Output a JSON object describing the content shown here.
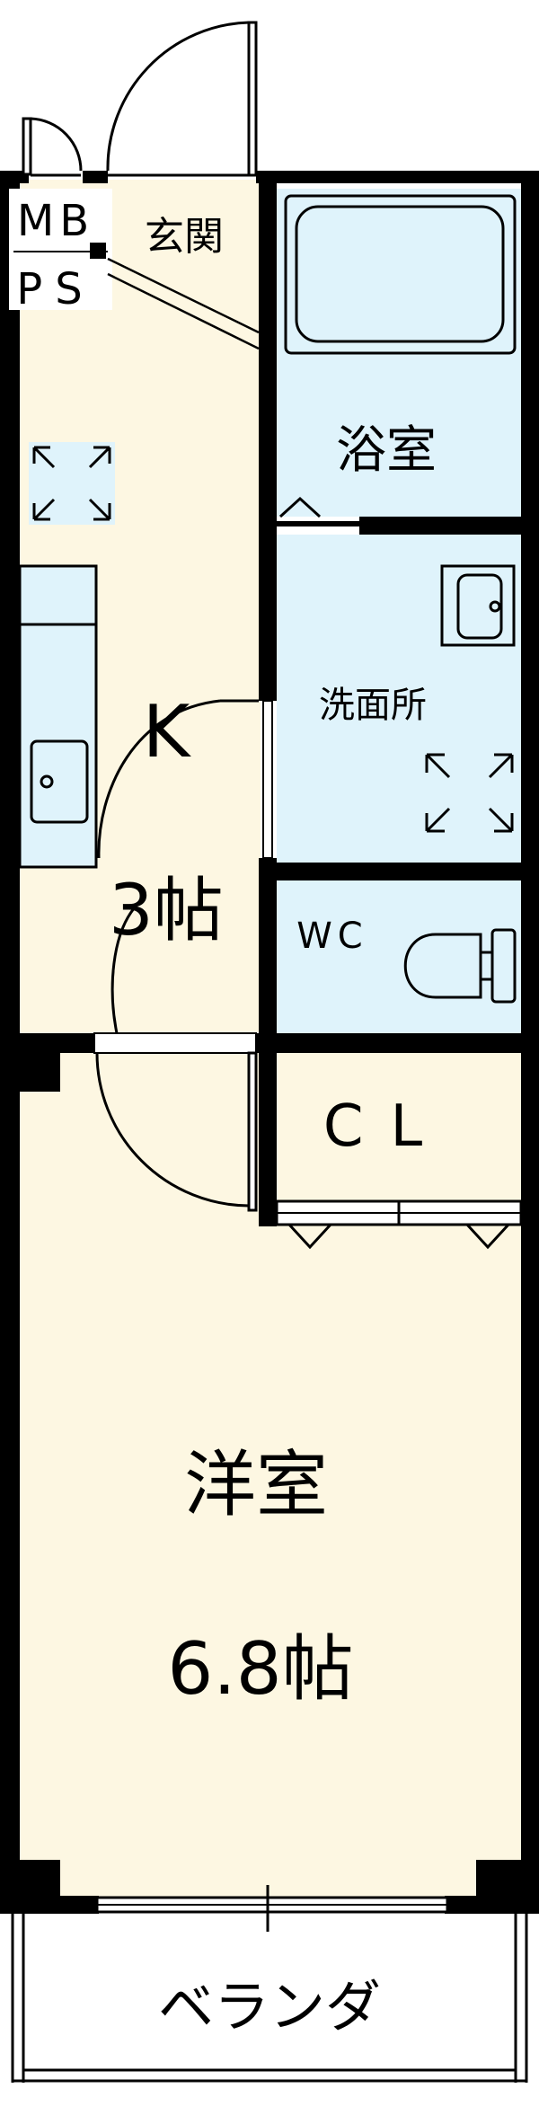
{
  "rooms": {
    "entrance": "玄関",
    "mb": "MB",
    "ps": "PS",
    "bath": "浴室",
    "washroom": "洗面所",
    "wc": "WC",
    "kitchen_type": "K",
    "kitchen_size": "3帖",
    "closet": "CL",
    "western_room": "洋室",
    "western_size": "6.8帖",
    "veranda": "ベランダ"
  },
  "colors": {
    "wall": "#000000",
    "floor_cream": "#fdf7e2",
    "wet_area_blue": "#dff3fb",
    "closet_pink": "#fde9ef",
    "outline": "#222222"
  },
  "icons": [
    "ventilation-fan-icon",
    "kitchen-sink-icon",
    "bathtub-icon",
    "wash-basin-icon",
    "toilet-icon",
    "door-swing-icon"
  ]
}
